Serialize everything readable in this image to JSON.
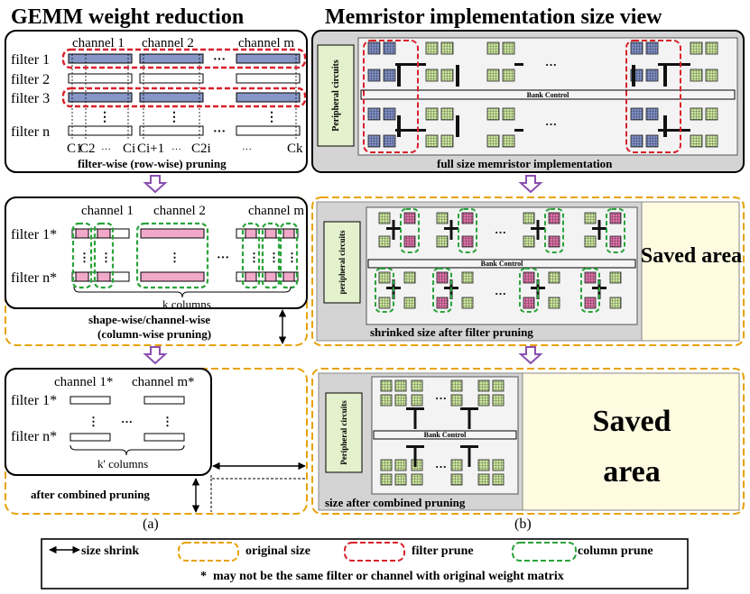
{
  "left": {
    "title": "GEMM weight reduction",
    "panel1": {
      "channel_labels": [
        "channel 1",
        "channel 2",
        "channel m"
      ],
      "filter_labels": [
        "filter 1",
        "filter 2",
        "filter 3",
        "filter n"
      ],
      "col_labels": [
        "C1",
        "C2",
        "···",
        "Ci",
        "Ci+1",
        "···",
        "C2i",
        "···",
        "Ck"
      ],
      "ellipsis": "···",
      "vdots": "⋮",
      "caption": "filter-wise (row-wise) pruning"
    },
    "panel2": {
      "channel_labels": [
        "channel 1",
        "channel 2",
        "channel m"
      ],
      "filter_labels": [
        "filter 1*",
        "filter n*"
      ],
      "brace_label": "k columns",
      "caption_line1": "shape-wise/channel-wise",
      "caption_line2": "(column-wise pruning)"
    },
    "panel3": {
      "channel_labels": [
        "channel 1*",
        "channel m*"
      ],
      "filter_labels": [
        "filter 1*",
        "filter n*"
      ],
      "brace_label": "k' columns",
      "caption": "after combined pruning"
    },
    "sublabel": "(a)"
  },
  "right": {
    "title": "Memristor implementation size view",
    "panel1": {
      "peripheral": "Peripheral circuits",
      "bank": "Bank Control",
      "caption": "full size memristor implementation"
    },
    "panel2": {
      "peripheral": "peripheral circuits",
      "bank": "Bank Control",
      "caption": "shrinked size after filter pruning",
      "saved": "Saved area"
    },
    "panel3": {
      "peripheral": "Peripheral circuits",
      "bank": "Bank Control",
      "caption": "size after combined pruning",
      "saved1": "Saved",
      "saved2": "area"
    },
    "sublabel": "(b)"
  },
  "legend": {
    "size_shrink": "size shrink",
    "original_size": "original size",
    "filter_prune": "filter prune",
    "column_prune": "column prune",
    "note": "may not be the same filter or channel with original weight matrix",
    "note_star": "*"
  },
  "colors": {
    "orange": "#e8a20a",
    "red": "#d9202a",
    "green": "#2aa33a",
    "purple": "#8a4fb0",
    "blue_fill": "#8796c6",
    "pink_fill": "#f2a9c9",
    "panel_gray": "#d4d4d4",
    "saved_fill": "#fffbe1",
    "tile_green": "#c9e59a"
  }
}
